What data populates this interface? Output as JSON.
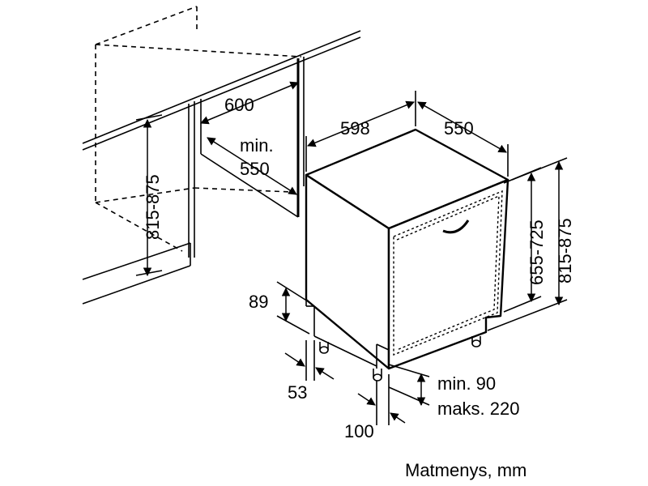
{
  "diagram": {
    "dimensions": {
      "niche_width": "600",
      "niche_min_depth_line1": "min.",
      "niche_min_depth_line2": "550",
      "niche_height": "815-875",
      "appliance_width": "598",
      "appliance_depth": "550",
      "door_height": "655-725",
      "appliance_height": "815-875",
      "plinth_height": "89",
      "plinth_offset": "53",
      "plinth_depth": "100",
      "clearance_min": "min. 90",
      "clearance_max": "maks. 220"
    },
    "caption": "Matmenys, mm"
  }
}
